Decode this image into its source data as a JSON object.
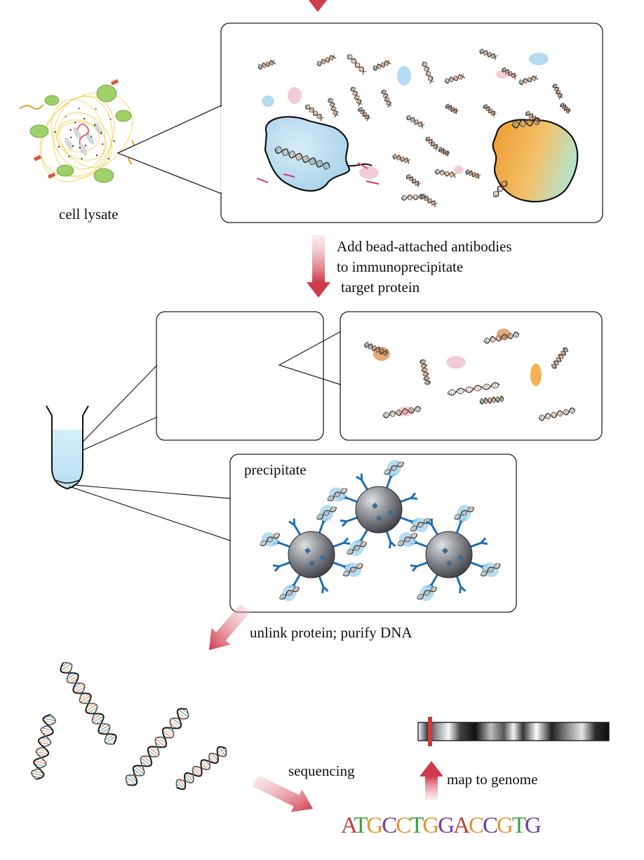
{
  "labels": {
    "cell_lysate": "cell lysate",
    "add_antibodies_1": "Add bead-attached antibodies",
    "add_antibodies_2": "to immunoprecipitate",
    "add_antibodies_3": "target protein",
    "precipitate": "precipitate",
    "unlink": "unlink protein; purify DNA",
    "sequencing": "sequencing",
    "map_to_genome": "map to genome"
  },
  "sequence": {
    "letters": [
      "A",
      "T",
      "G",
      "C",
      "C",
      "T",
      "G",
      "G",
      "A",
      "C",
      "C",
      "G",
      "T",
      "G"
    ],
    "colors": [
      "#c33c35",
      "#3c9f3c",
      "#e1962a",
      "#6a3fa0",
      "#e1962a",
      "#3c9f3c",
      "#e1962a",
      "#6a3fa0",
      "#c33c35",
      "#e1962a",
      "#6a3fa0",
      "#e1962a",
      "#3c9f3c",
      "#6a3fa0"
    ]
  },
  "colors": {
    "arrow": "#cf3b4a",
    "box_border": "#222222",
    "bead": "#5a5d63",
    "antibody": "#1f6fb5",
    "protein_blue": "#a9d6ee",
    "protein_orange": "#f2a23a",
    "tube_fill": "#c5e6f5",
    "genome_marker": "#cf3b3b"
  },
  "icons": [
    "dna-helix-icon",
    "protein-icon",
    "bead-icon",
    "antibody-icon",
    "tube-icon",
    "genome-bar-icon"
  ]
}
